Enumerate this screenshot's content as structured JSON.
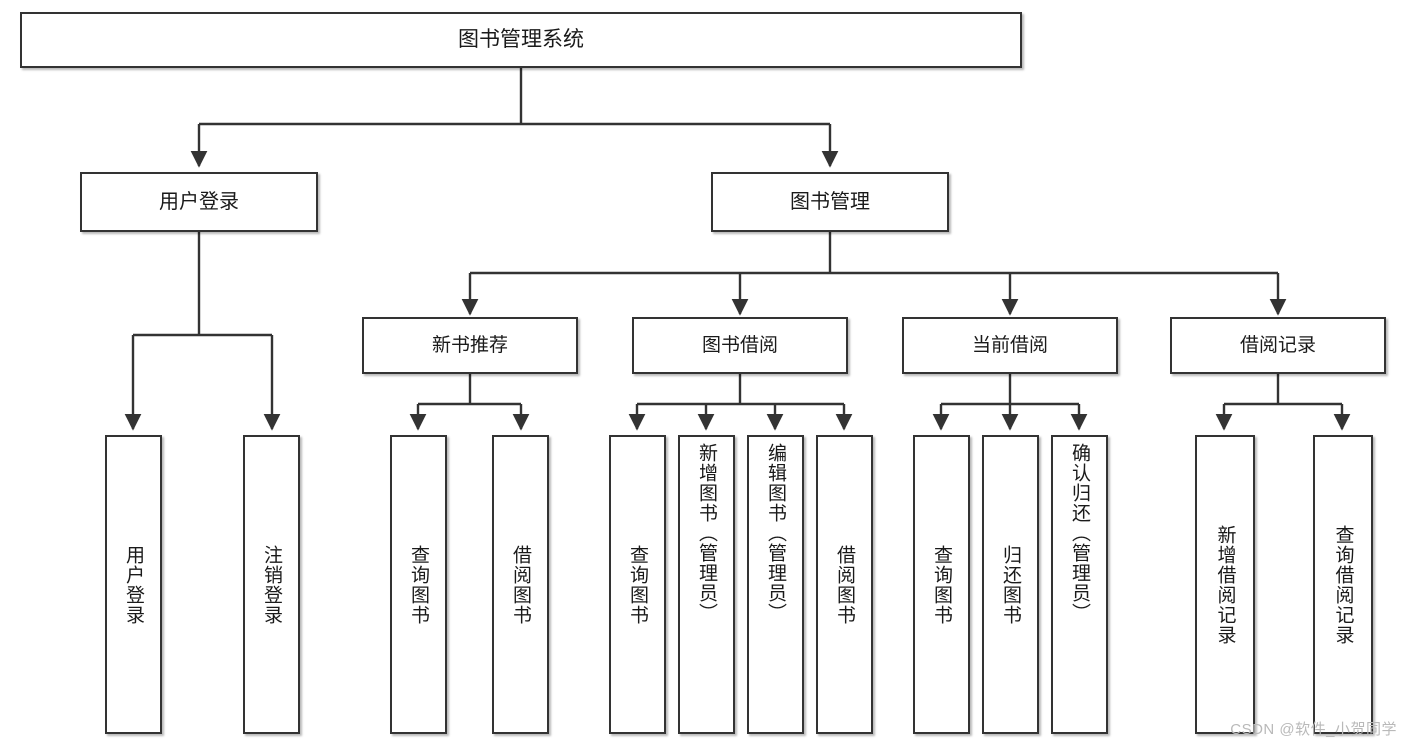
{
  "diagram": {
    "type": "tree-hierarchy",
    "title": "图书管理系统",
    "orientation": "top-down",
    "colors": {
      "node_border": "#333333",
      "node_fill": "#ffffff",
      "connector": "#333333",
      "text": "#1a1a1a",
      "watermark": "#b9b9b9",
      "background": "#ffffff"
    },
    "root": {
      "label": "图书管理系统"
    },
    "level1": [
      {
        "label": "用户登录"
      },
      {
        "label": "图书管理"
      }
    ],
    "level2": [
      {
        "label": "新书推荐"
      },
      {
        "label": "图书借阅"
      },
      {
        "label": "当前借阅"
      },
      {
        "label": "借阅记录"
      }
    ],
    "leaves": {
      "user_login": [
        {
          "label": "用户登录"
        },
        {
          "label": "注销登录"
        }
      ],
      "new_book_recommend": [
        {
          "label": "查询图书"
        },
        {
          "label": "借阅图书"
        }
      ],
      "book_borrow": [
        {
          "label": "查询图书"
        },
        {
          "label": "新增图书（管理员）"
        },
        {
          "label": "编辑图书（管理员）"
        },
        {
          "label": "借阅图书"
        }
      ],
      "current_borrow": [
        {
          "label": "查询图书"
        },
        {
          "label": "归还图书"
        },
        {
          "label": "确认归还（管理员）"
        }
      ],
      "borrow_record": [
        {
          "label": "新增借阅记录"
        },
        {
          "label": "查询借阅记录"
        }
      ]
    },
    "watermark": "CSDN @软件_小贺同学"
  }
}
